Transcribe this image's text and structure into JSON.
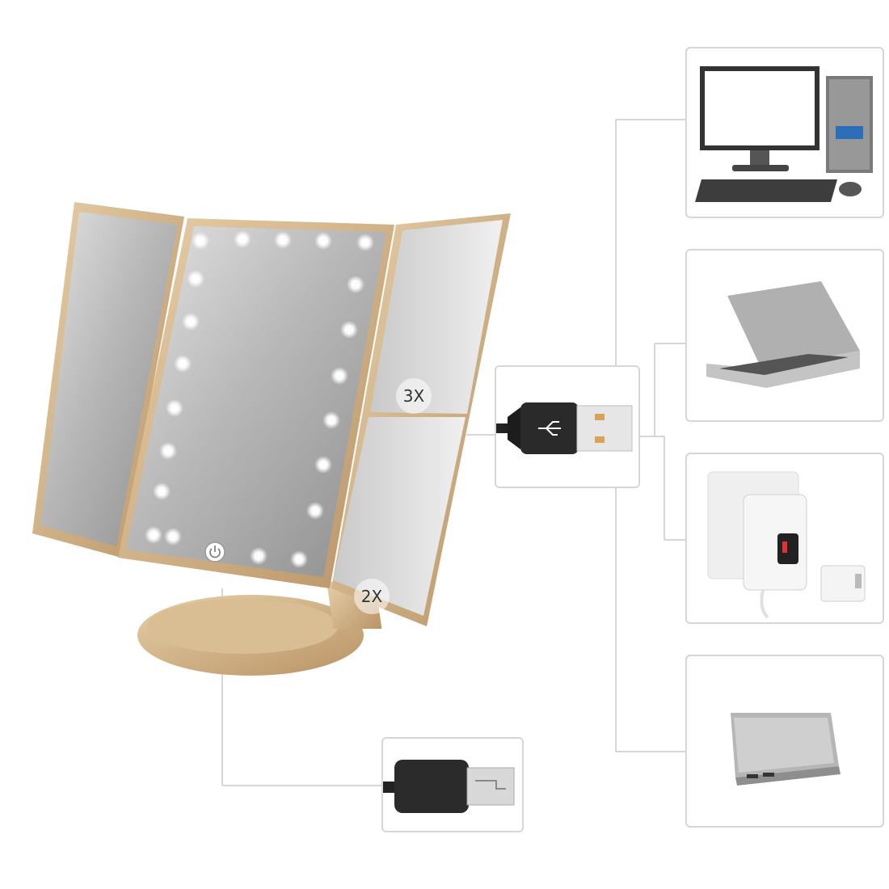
{
  "mirror": {
    "magnifier_large": "3X",
    "magnifier_small": "2X",
    "frame_color": "#d4b48a",
    "led_count": 21
  },
  "devices": [
    {
      "name": "desktop-computer",
      "icon": "desktop-computer-icon"
    },
    {
      "name": "laptop",
      "icon": "laptop-icon"
    },
    {
      "name": "wall-adapter",
      "icon": "usb-wall-adapter-icon"
    },
    {
      "name": "power-bank",
      "icon": "power-bank-icon"
    }
  ],
  "connectors": {
    "usb_a": "usb-a-plug-icon",
    "micro_usb": "micro-usb-plug-icon"
  },
  "colors": {
    "connector_line": "#c8c8c8",
    "box_border": "#d6d6d6"
  }
}
